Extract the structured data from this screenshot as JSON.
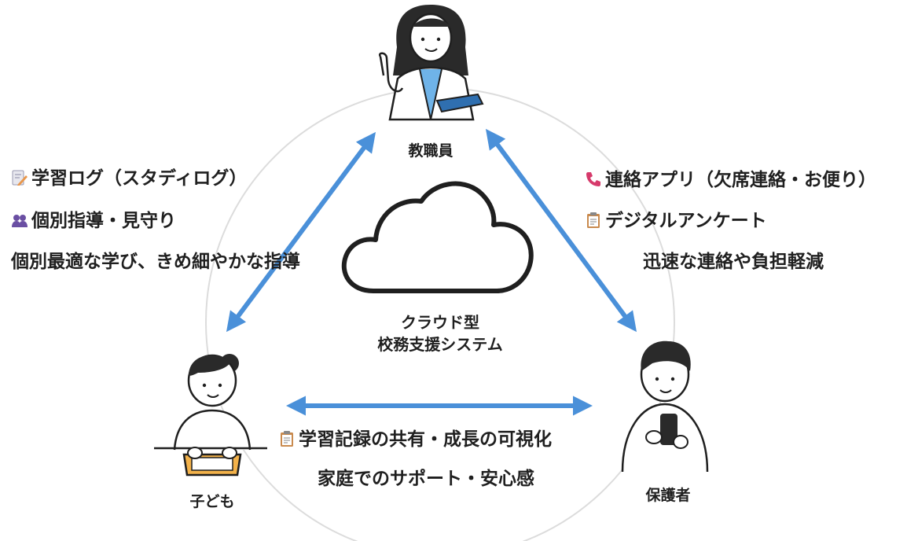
{
  "roles": {
    "teacher": "教職員",
    "child": "子ども",
    "guardian": "保護者"
  },
  "center": {
    "line1": "クラウド型",
    "line2": "校務支援システム"
  },
  "left_panel": {
    "item1": "学習ログ（スタディログ）",
    "item1_icon": "memo-pencil-icon",
    "item2": "個別指導・見守り",
    "item2_icon": "people-icon",
    "summary": "個別最適な学び、きめ細やかな指導"
  },
  "right_panel": {
    "item1": "連絡アプリ（欠席連絡・お便り）",
    "item1_icon": "telephone-icon",
    "item2": "デジタルアンケート",
    "item2_icon": "clipboard-icon",
    "summary": "迅速な連絡や負担軽減"
  },
  "bottom_panel": {
    "item1": "学習記録の共有・成長の可視化",
    "item1_icon": "clipboard-icon",
    "summary": "家庭でのサポート・安心感"
  },
  "colors": {
    "arrow": "#4a90d9",
    "circle": "#dcdcdc",
    "phone": "#d63a6b",
    "people": "#6a4fa3",
    "memo": "#e9974a",
    "clipboard": "#c98a4e",
    "shirt": "#6fb3e8",
    "tablet": "#f3b24a"
  }
}
